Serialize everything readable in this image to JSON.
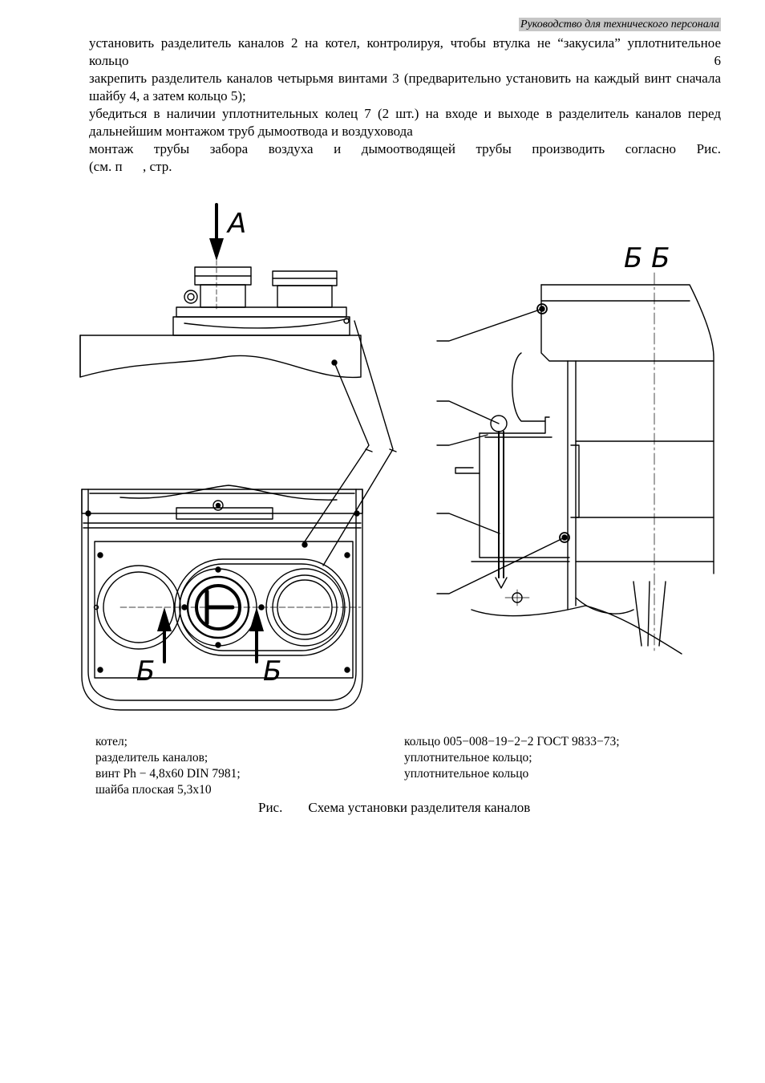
{
  "header": {
    "title": "Руководство для технического персонала"
  },
  "instructions": [
    "установить разделитель каналов 2 на котел, контролируя, чтобы втулка не “закусила” уплотнительное кольцо 6",
    "закрепить разделитель каналов четырьмя винтами 3 (предварительно установить на каждый винт сначала шайбу 4, а затем кольцо 5);",
    "убедиться в наличии уплотнительных колец 7 (2 шт.) на входе и выходе в разделитель каналов перед дальнейшим монтажом труб дымоотвода и воздуховода",
    "монтаж трубы забора воздуха и дымоотводящей трубы производить согласно Рис.",
    "(см. п      , стр."
  ],
  "figure_labels": {
    "arrow_a": "А",
    "section_bb": "Б Б",
    "arrow_b_left": "Б",
    "arrow_b_right": "Б"
  },
  "legend": {
    "left": [
      "котел;",
      "разделитель каналов;",
      "винт Ph − 4,8x60 DIN 7981;",
      "шайба плоская 5,3x10"
    ],
    "right": [
      "кольцо 005−008−19−2−2 ГОСТ 9833−73;",
      "уплотнительное кольцо;",
      "уплотнительное кольцо"
    ]
  },
  "caption": {
    "prefix": "Рис.",
    "text": "Схема установки разделителя каналов"
  }
}
